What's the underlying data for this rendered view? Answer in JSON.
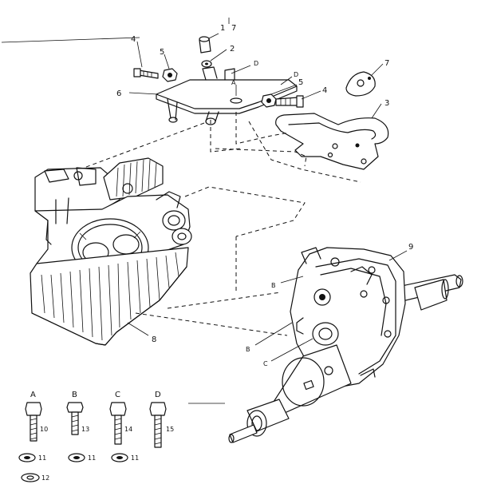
{
  "labels": {
    "p1": "1",
    "p2": "2",
    "p3": "3",
    "p4a": "4",
    "p4b": "4",
    "p5a": "5",
    "p5b": "5",
    "p6": "6",
    "p7a": "7",
    "p7b": "7",
    "p8": "8",
    "p9": "9",
    "p10": "10",
    "p11a": "11",
    "p11b": "11",
    "p11c": "11",
    "p12": "12",
    "p13": "13",
    "p14": "14",
    "p15": "15",
    "refA1": "A",
    "refD1": "D",
    "refD2": "D",
    "refB1": "B",
    "refB2": "B",
    "refC1": "C",
    "boltA": "A",
    "boltB": "B",
    "boltC": "C",
    "boltD": "D"
  }
}
